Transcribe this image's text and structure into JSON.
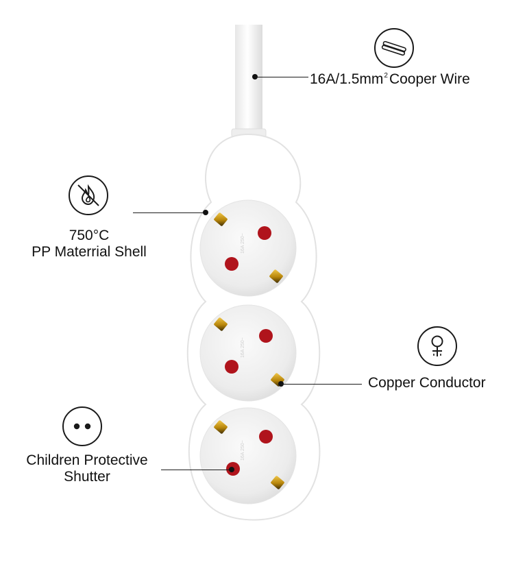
{
  "labels": {
    "wire_label": "16A/1.5mm",
    "wire_superscript": "2",
    "wire_suffix": "Cooper Wire",
    "shell_line1": "750°C",
    "shell_line2": "PP Materrial Shell",
    "conductor": "Copper Conductor",
    "shutter_line1": "Children Protective",
    "shutter_line2": "Shutter"
  },
  "icons": {
    "wire": "wire-cable-icon",
    "shell": "no-fire-icon",
    "conductor": "copper-element-icon",
    "shutter": "socket-holes-icon"
  },
  "colors": {
    "shutter_red": "#b0141c",
    "contact_gold": "#c99a1c",
    "body_white": "#f4f4f4",
    "line": "#1a1a1a"
  }
}
